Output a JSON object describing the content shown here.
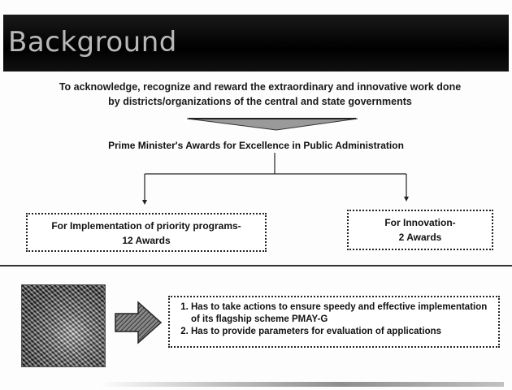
{
  "title": "Background",
  "intro": {
    "line1": "To acknowledge, recognize and reward the extraordinary and innovative work done",
    "line2": "by districts/organizations of the central and state governments"
  },
  "award_title": "Prime Minister's Awards for Excellence in Public Administration",
  "branches": {
    "left": {
      "line1": "For Implementation of priority programs-",
      "line2": "12 Awards"
    },
    "right": {
      "line1": "For Innovation-",
      "line2": "2 Awards"
    }
  },
  "actions": {
    "items": [
      "Has to take actions to ensure speedy and effective implementation of its flagship scheme PMAY-G",
      "Has to provide parameters for evaluation of applications"
    ]
  },
  "icons": {
    "thumbnail": "document-thumbnail-image",
    "arrow": "right-arrow-icon"
  }
}
